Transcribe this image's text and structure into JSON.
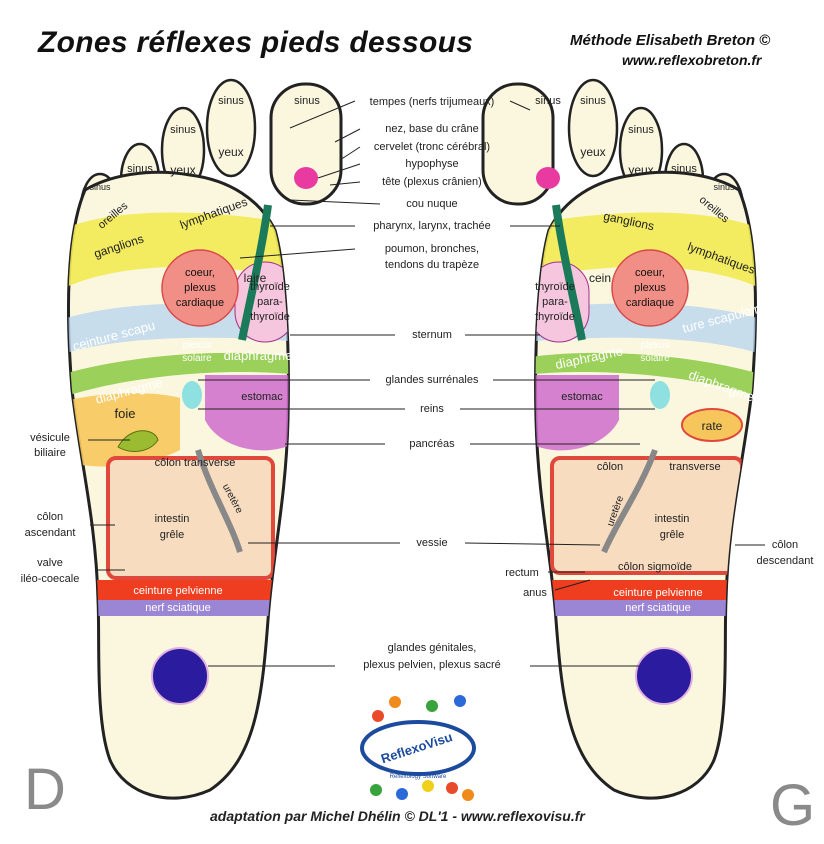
{
  "header": {
    "title": "Zones réflexes pieds dessous",
    "method": "Méthode Elisabeth Breton ©",
    "website": "www.reflexobreton.fr"
  },
  "footer": {
    "credit": "adaptation   par Michel Dhélin © DL'1 - www.reflexovisu.fr"
  },
  "side_letters": {
    "right_foot": "D",
    "left_foot": "G"
  },
  "logo": {
    "name": "ReflexoVisu",
    "tagline": "Reflexology Software"
  },
  "center_labels": [
    "tempes (nerfs trijumeaux)",
    "nez, base du crâne",
    "cervelet (tronc cérébral)",
    "hypophyse",
    "tête (plexus crânien)",
    "cou nuque",
    "pharynx, larynx, trachée",
    "poumon, bronches,",
    "tendons du trapèze",
    "sternum",
    "glandes surrénales",
    "reins",
    "pancréas",
    "vessie",
    "glandes génitales,",
    "plexus pelvien, plexus sacré"
  ],
  "side_labels": {
    "vesicule": [
      "vésicule",
      "biliaire"
    ],
    "colon_asc": [
      "côlon",
      "ascendant"
    ],
    "valve": [
      "valve",
      "iléo-coecale"
    ],
    "colon_desc": [
      "côlon",
      "descendant"
    ],
    "rectum": "rectum",
    "anus": "anus"
  },
  "right_foot": {
    "sinus": "sinus",
    "yeux": "yeux",
    "oreilles": "oreilles",
    "lymphatiques": "lymphatiques",
    "ganglions": "ganglions",
    "coeur": [
      "coeur,",
      "plexus",
      "cardiaque"
    ],
    "sein": "laire",
    "thyroide": [
      "thyroïde",
      "para-",
      "thyroïde"
    ],
    "ceinture": "ceinture scapu",
    "plexus_solaire": [
      "plexus",
      "solaire"
    ],
    "diaphragme": "diaphragme",
    "foie": "foie",
    "estomac": "estomac",
    "colon_transverse": "côlon   transverse",
    "uretere": "uretère",
    "intestin": [
      "intestin",
      "grêle"
    ],
    "ceinture_pelvienne": "ceinture pelvienne",
    "nerf_sciatique": "nerf sciatique"
  },
  "left_foot": {
    "sinus": "sinus",
    "yeux": "yeux",
    "oreilles": "oreilles",
    "lymphatiques": "lymphatiques",
    "ganglions": "ganglions",
    "coeur": [
      "coeur,",
      "plexus",
      "cardiaque"
    ],
    "sein": "cein",
    "thyroide": [
      "thyroïde",
      "para-",
      "thyroïde"
    ],
    "ceinture": "ture scapulaire",
    "plexus_solaire": [
      "plexus",
      "solaire"
    ],
    "diaphragme": "diaphragme",
    "rate": "rate",
    "estomac": "estomac",
    "colon_transverse": "transverse",
    "colon": "côlon",
    "uretere": "uretère",
    "intestin": [
      "intestin",
      "grêle"
    ],
    "sigmoide": "côlon   sigmoïde",
    "ceinture_pelvienne": "ceinture pelvienne",
    "nerf_sciatique": "nerf sciatique"
  }
}
